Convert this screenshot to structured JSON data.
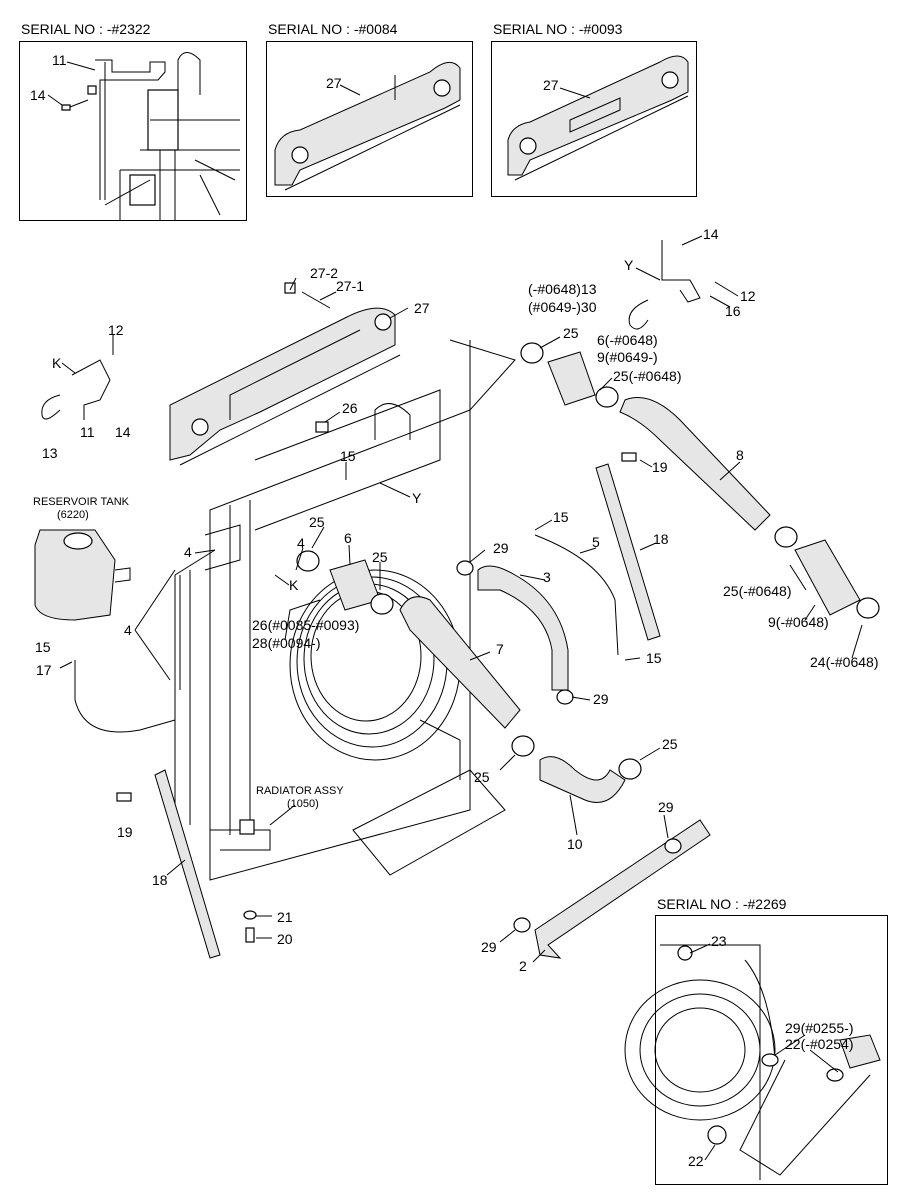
{
  "boxes": {
    "b1_title": "SERIAL NO : -#2322",
    "b2_title": "SERIAL NO : -#0084",
    "b3_title": "SERIAL NO : -#0093",
    "b4_title": "SERIAL NO : -#2269"
  },
  "labels": {
    "l11a": "11",
    "l14a": "14",
    "l27a": "27",
    "l27b": "27",
    "l27_2": "27-2",
    "l27_1": "27-1",
    "l27c": "27",
    "l12a": "12",
    "lK1": "K",
    "l13a": "13",
    "l11b": "11",
    "l14b": "14",
    "lY1": "Y",
    "l14c": "14",
    "l13_30a": "(-#0648)13",
    "l13_30b": "(#0649-)30",
    "l12b": "12",
    "l16": "16",
    "l25a": "25",
    "l6_9a": "6(-#0648)",
    "l6_9b": "9(#0649-)",
    "l25b": "25(-#0648)",
    "l26a": "26",
    "l15a": "15",
    "lY2": "Y",
    "l19a": "19",
    "l8": "8",
    "l15b": "15",
    "l5": "5",
    "l18a": "18",
    "res1": "RESERVOIR TANK",
    "res2": "(6220)",
    "l4a": "4",
    "l25c": "25",
    "l4b": "4",
    "l6": "6",
    "l25d": "25",
    "l29a": "29",
    "l3": "3",
    "lK2": "K",
    "l26b": "26(#0085-#0093)",
    "l28": "28(#0094-)",
    "l4c": "4",
    "l15c": "15",
    "l17": "17",
    "l7": "7",
    "l15d": "15",
    "l29b": "29",
    "l25e": "25(-#0648)",
    "l9": "9(-#0648)",
    "l24": "24(-#0648)",
    "l25f": "25",
    "l25g": "25",
    "rad1": "RADIATOR ASSY",
    "rad2": "(1050)",
    "l19b": "19",
    "l10": "10",
    "l29c": "29",
    "l18b": "18",
    "l21": "21",
    "l20": "20",
    "l29d": "29",
    "l2": "2",
    "l23": "23",
    "l29_22a": "29(#0255-)",
    "l29_22b": "22(-#0254)",
    "l22": "22"
  }
}
